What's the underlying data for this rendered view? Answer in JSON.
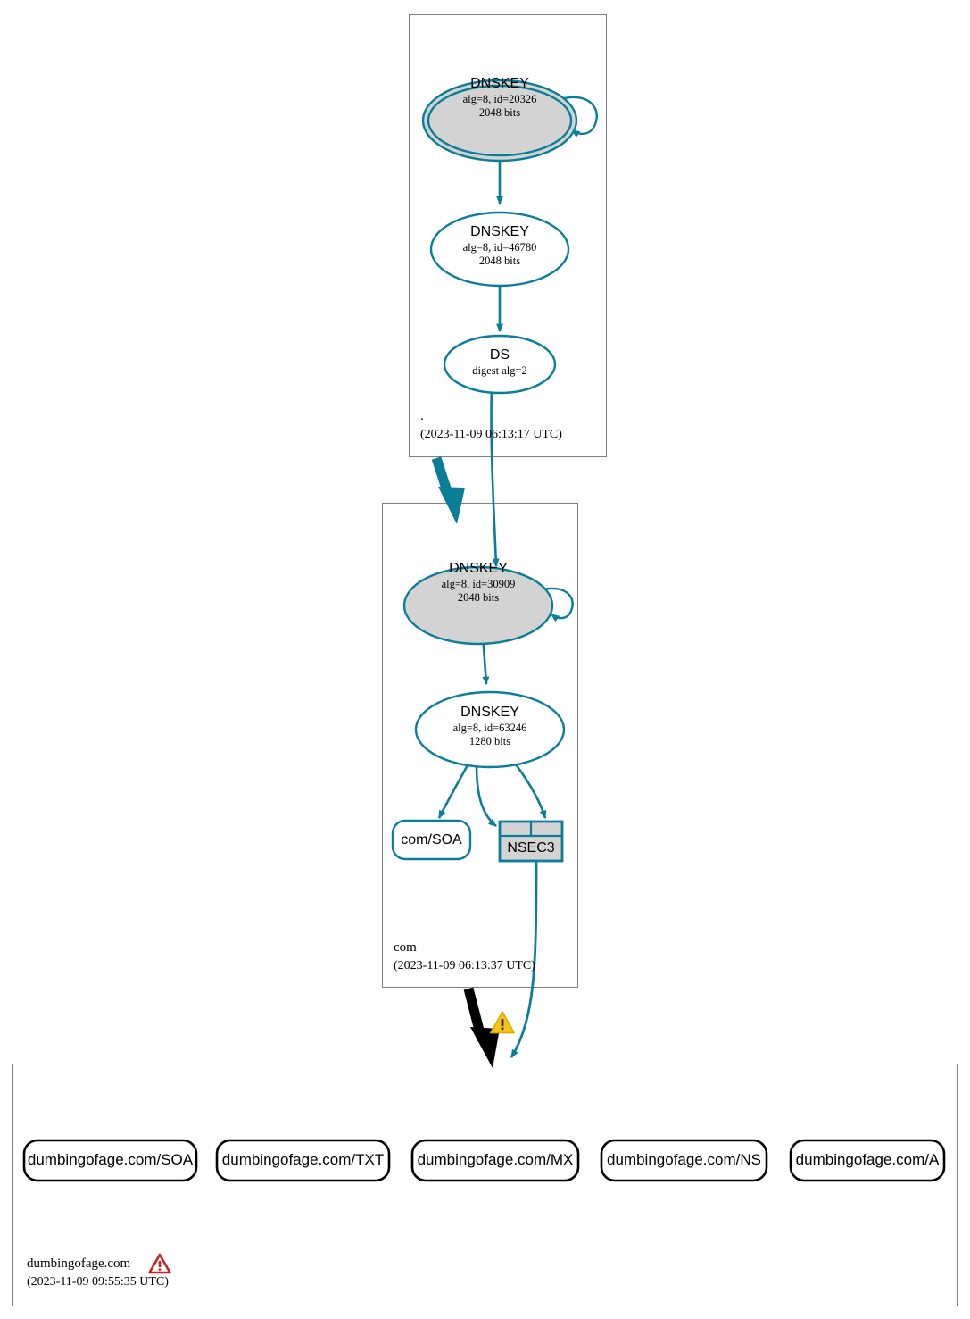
{
  "diagram": {
    "type": "dnssec-authentication-chain",
    "colors": {
      "secure_teal": "#0a7e96",
      "insecure_black": "#000000",
      "zone_border": "#808080",
      "ksk_fill": "#d3d3d3",
      "zsk_fill": "#ffffff",
      "nsec_fill": "#d3d3d3",
      "warning_yellow": "#f5c518",
      "error_red": "#cc2222"
    }
  },
  "zones": [
    {
      "id": "root",
      "name": ".",
      "timestamp": "(2023-11-09 06:13:17 UTC)",
      "nodes": [
        {
          "id": "root-ksk",
          "kind": "DNSKEY",
          "title": "DNSKEY",
          "line2": "alg=8, id=20326",
          "line3": "2048 bits",
          "shape": "doubleellipse",
          "fill": "#d3d3d3",
          "self_signed": true
        },
        {
          "id": "root-zsk",
          "kind": "DNSKEY",
          "title": "DNSKEY",
          "line2": "alg=8, id=46780",
          "line3": "2048 bits",
          "shape": "ellipse",
          "fill": "#ffffff",
          "self_signed": false
        },
        {
          "id": "root-ds",
          "kind": "DS",
          "title": "DS",
          "line2": "digest alg=2",
          "line3": "",
          "shape": "ellipse",
          "fill": "#ffffff",
          "self_signed": false
        }
      ]
    },
    {
      "id": "com",
      "name": "com",
      "timestamp": "(2023-11-09 06:13:37 UTC)",
      "nodes": [
        {
          "id": "com-ksk",
          "kind": "DNSKEY",
          "title": "DNSKEY",
          "line2": "alg=8, id=30909",
          "line3": "2048 bits",
          "shape": "ellipse",
          "fill": "#d3d3d3",
          "self_signed": true
        },
        {
          "id": "com-zsk",
          "kind": "DNSKEY",
          "title": "DNSKEY",
          "line2": "alg=8, id=63246",
          "line3": "1280 bits",
          "shape": "ellipse",
          "fill": "#ffffff",
          "self_signed": false
        },
        {
          "id": "com-soa",
          "kind": "RRset",
          "title": "com/SOA",
          "shape": "roundrect",
          "fill": "#ffffff"
        },
        {
          "id": "com-nsec3",
          "kind": "NSEC3",
          "title": "NSEC3",
          "shape": "nsec-table",
          "fill": "#d3d3d3"
        }
      ]
    },
    {
      "id": "dumbingofage",
      "name": "dumbingofage.com",
      "timestamp": "(2023-11-09 09:55:35 UTC)",
      "status_icon": "error-triangle-icon",
      "nodes": [
        {
          "id": "leaf-soa",
          "title": "dumbingofage.com/SOA",
          "shape": "roundrect",
          "fill": "#ffffff"
        },
        {
          "id": "leaf-txt",
          "title": "dumbingofage.com/TXT",
          "shape": "roundrect",
          "fill": "#ffffff"
        },
        {
          "id": "leaf-mx",
          "title": "dumbingofage.com/MX",
          "shape": "roundrect",
          "fill": "#ffffff"
        },
        {
          "id": "leaf-ns",
          "title": "dumbingofage.com/NS",
          "shape": "roundrect",
          "fill": "#ffffff"
        },
        {
          "id": "leaf-a",
          "title": "dumbingofage.com/A",
          "shape": "roundrect",
          "fill": "#ffffff"
        }
      ]
    }
  ],
  "edges": [
    {
      "from": "root-ksk",
      "to": "root-ksk",
      "style": "self-loop",
      "color": "secure"
    },
    {
      "from": "root-ksk",
      "to": "root-zsk",
      "style": "arrow",
      "color": "secure"
    },
    {
      "from": "root-zsk",
      "to": "root-ds",
      "style": "arrow",
      "color": "secure"
    },
    {
      "from": "root-ds",
      "to": "com-ksk",
      "style": "arrow",
      "color": "secure"
    },
    {
      "from": "root",
      "to": "com",
      "style": "thick-delegation",
      "color": "secure"
    },
    {
      "from": "com-ksk",
      "to": "com-ksk",
      "style": "self-loop",
      "color": "secure"
    },
    {
      "from": "com-ksk",
      "to": "com-zsk",
      "style": "arrow",
      "color": "secure"
    },
    {
      "from": "com-zsk",
      "to": "com-soa",
      "style": "arrow",
      "color": "secure"
    },
    {
      "from": "com-zsk",
      "to": "com-nsec3",
      "style": "arrow",
      "color": "secure"
    },
    {
      "from": "com-zsk",
      "to": "com-nsec3",
      "style": "arrow",
      "color": "secure"
    },
    {
      "from": "com",
      "to": "dumbingofage",
      "style": "thick-delegation",
      "color": "insecure"
    },
    {
      "from": "com-nsec3",
      "to": "dumbingofage",
      "style": "arrow",
      "color": "secure"
    }
  ],
  "icons": {
    "delegation_warning": "warning-triangle-icon",
    "zone_error": "error-triangle-icon"
  }
}
